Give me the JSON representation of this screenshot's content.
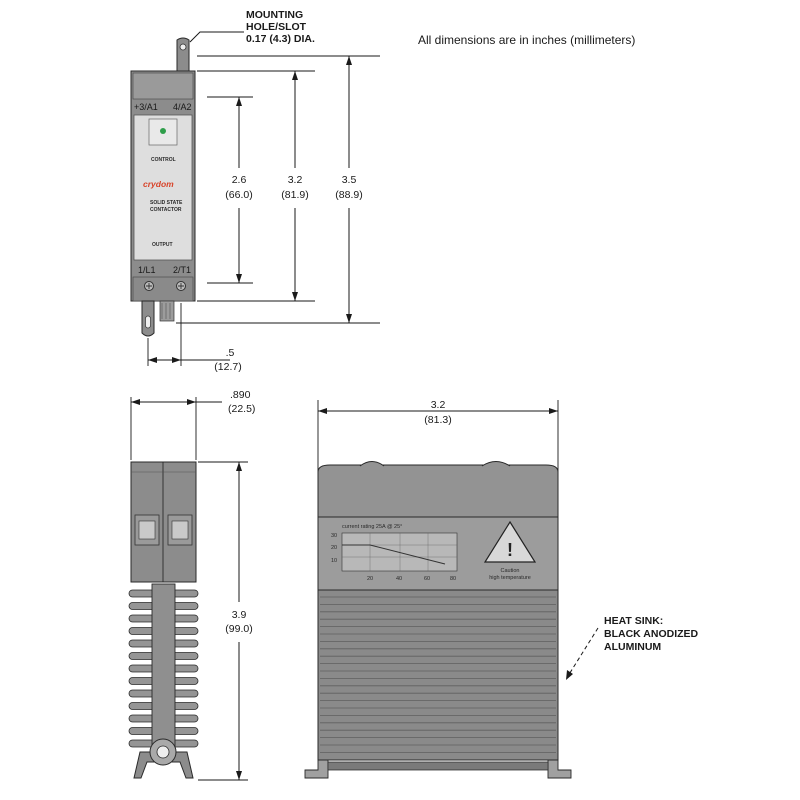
{
  "header_note": "All dimensions are in inches (millimeters)",
  "front_view": {
    "mounting_label_line1": "MOUNTING",
    "mounting_label_line2": "HOLE/SLOT",
    "mounting_label_line3": "0.17 (4.3) DIA.",
    "terminal_top_left": "+3/A1",
    "terminal_top_right": "4/A2",
    "terminal_bottom_left": "1/L1",
    "terminal_bottom_right": "2/T1",
    "brand": "crydom",
    "label_control": "CONTROL",
    "label_product_line1": "SOLID STATE",
    "label_product_line2": "CONTACTOR",
    "label_output": "OUTPUT",
    "dim_a_value": "2.6",
    "dim_a_mm": "(66.0)",
    "dim_b_value": "3.2",
    "dim_b_mm": "(81.9)",
    "dim_c_value": "3.5",
    "dim_c_mm": "(88.9)",
    "dim_d_value": ".5",
    "dim_d_mm": "(12.7)"
  },
  "side_view": {
    "width_value": ".890",
    "width_mm": "(22.5)",
    "height_value": "3.9",
    "height_mm": "(99.0)"
  },
  "top_view": {
    "width_value": "3.2",
    "width_mm": "(81.3)",
    "graph_title": "current rating 25A @ 25°",
    "graph_y_ticks": [
      "30",
      "20",
      "10"
    ],
    "graph_x_ticks": [
      "20",
      "40",
      "60",
      "80"
    ],
    "caution_line1": "Caution",
    "caution_line2": "high temperature",
    "heatsink_line1": "HEAT SINK:",
    "heatsink_line2": "BLACK ANODIZED",
    "heatsink_line3": "ALUMINUM"
  }
}
